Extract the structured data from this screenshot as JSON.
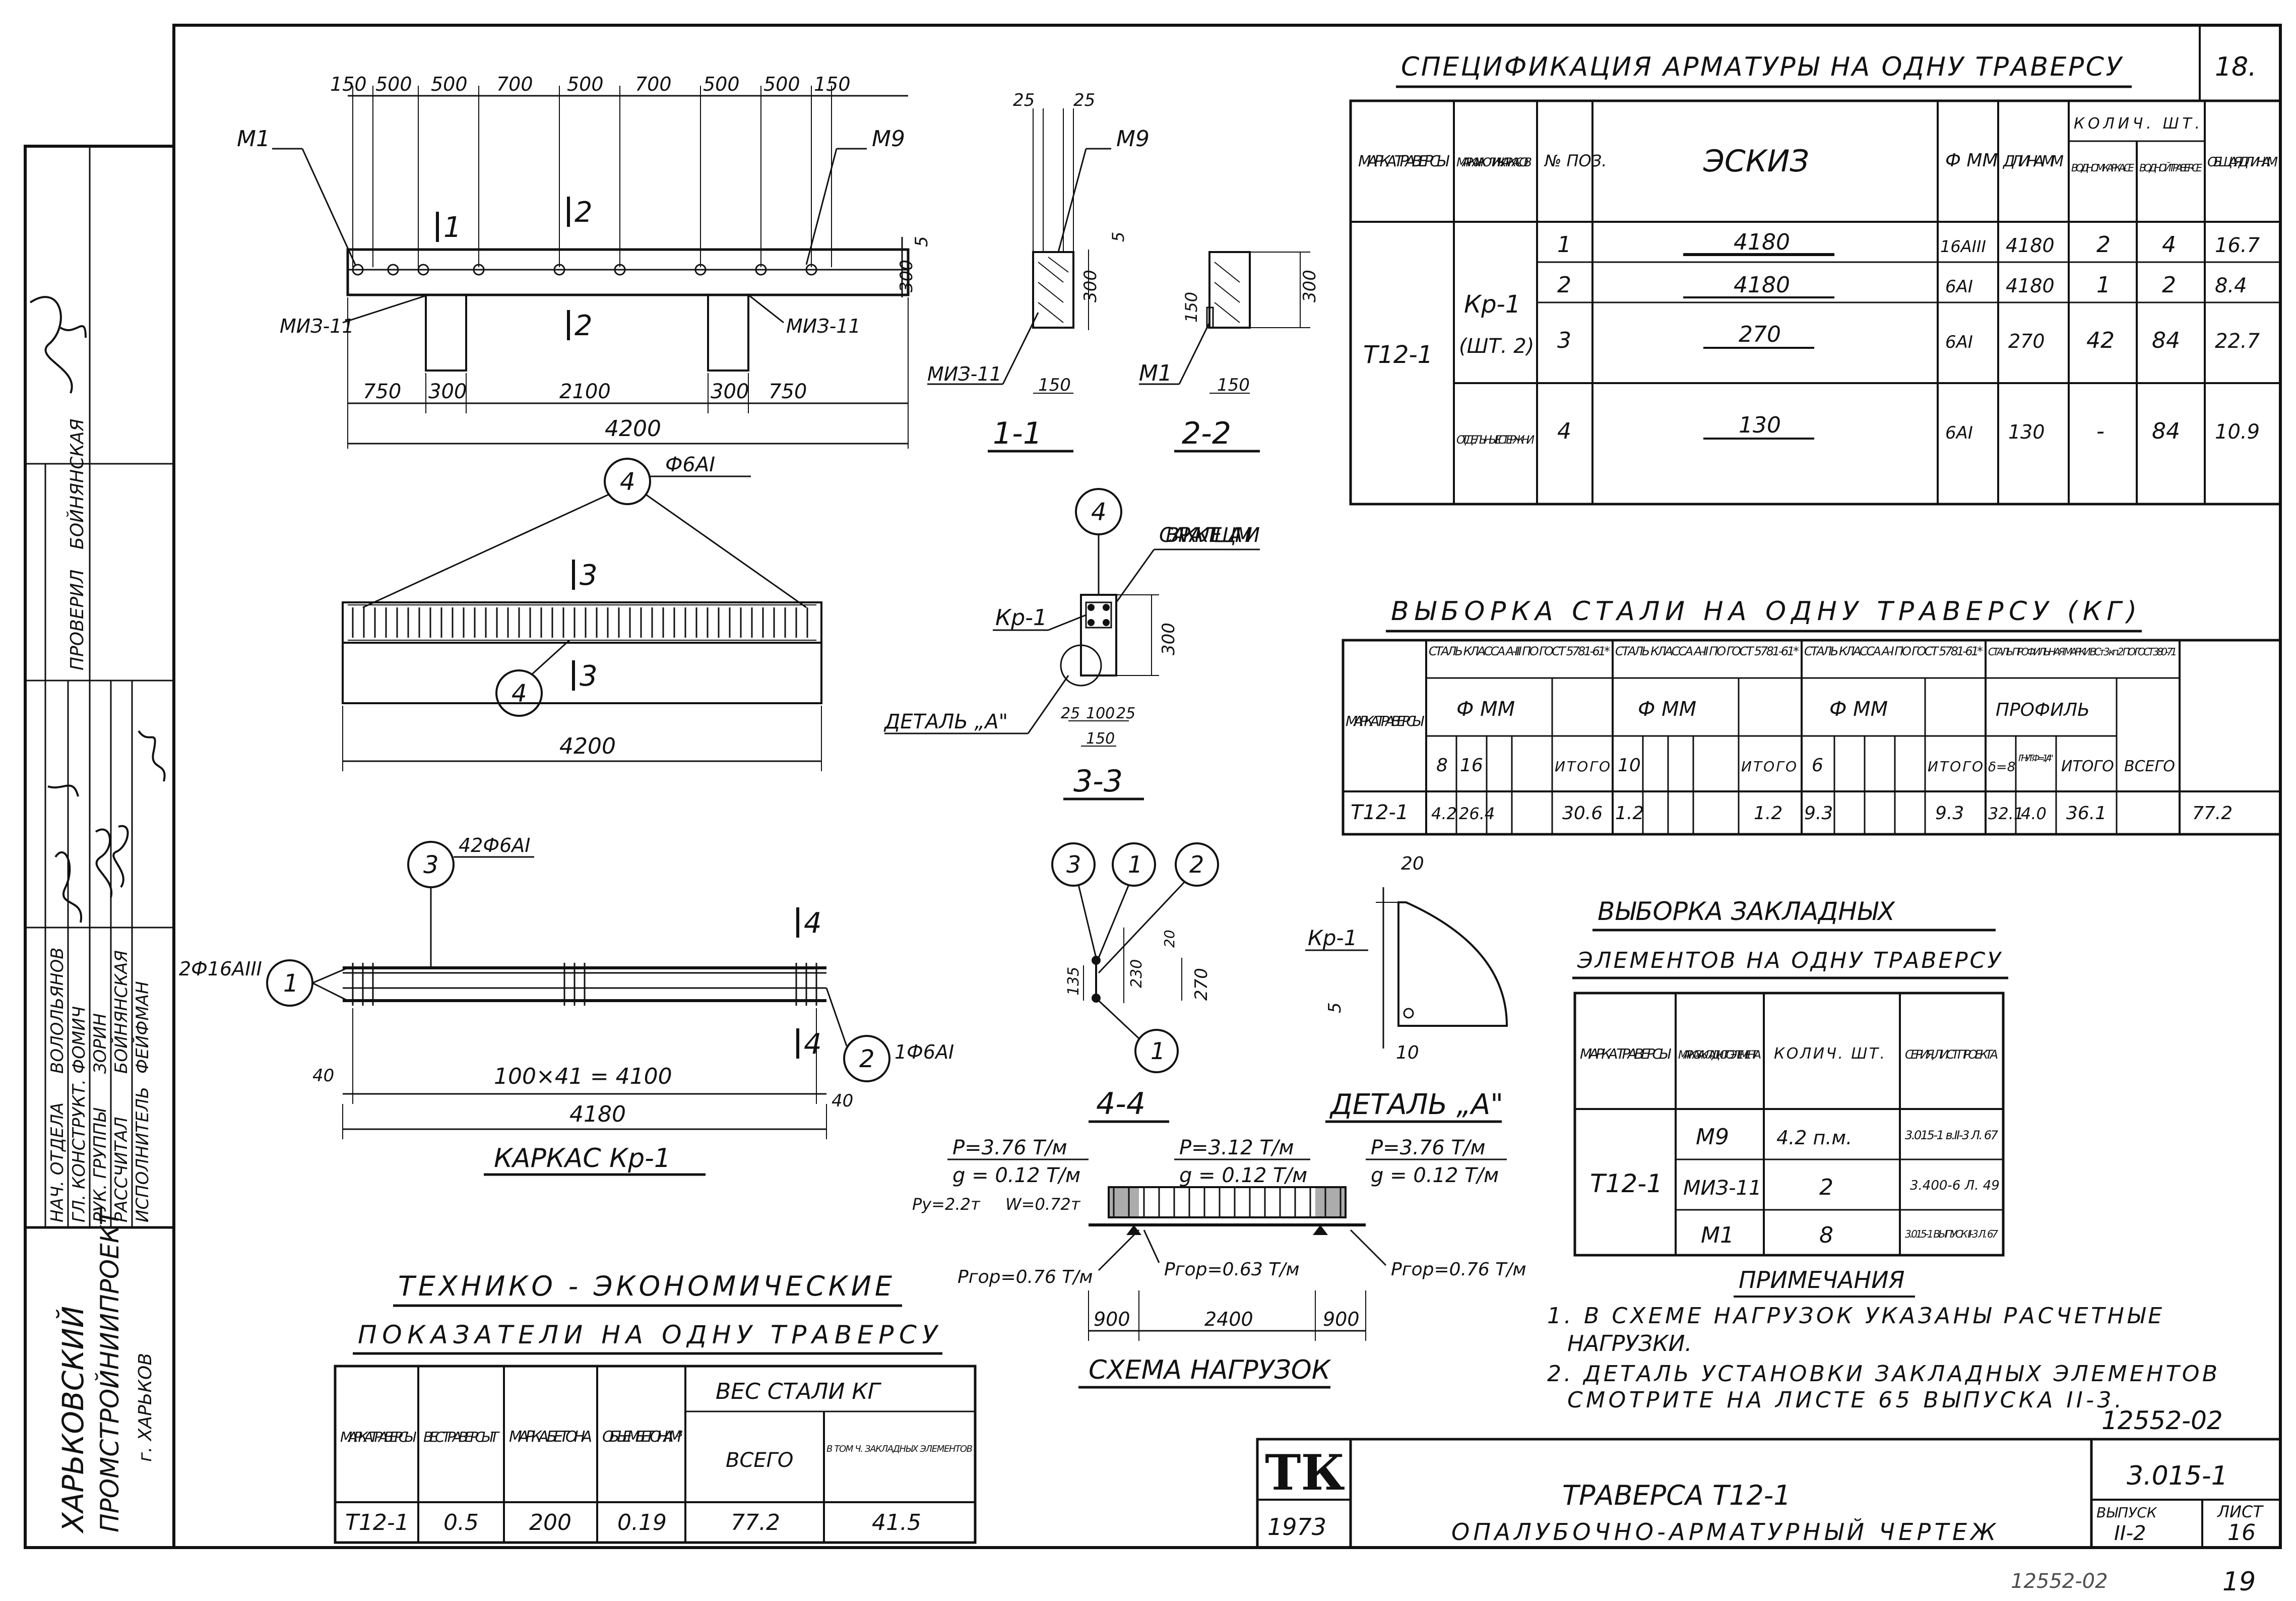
{
  "sheet_number_top": "18.",
  "left_strip": {
    "org_line1": "ХАРЬКОВСКИЙ",
    "org_line2": "ПРОМСТРОЙНИИПРОЕКТ",
    "org_city": "г. ХАРЬКОВ",
    "roles": [
      "НАЧ. ОТДЕЛА",
      "ГЛ. КОНСТРУКТ.",
      "РУК. ГРУППЫ",
      "РАССЧИТАЛ",
      "ИСПОЛНИТЕЛЬ"
    ],
    "names": [
      "ВОЛОЛЬЯНОВ",
      "ФОМИЧ",
      "ЗОРИН",
      "БОЙНЯНСКАЯ",
      "ФЕЙФМАН"
    ],
    "check_label": "ПРОВЕРИЛ",
    "check_name": "БОЙНЯНСКАЯ"
  },
  "spec_table": {
    "title": "СПЕЦИФИКАЦИЯ АРМАТУРЫ НА ОДНУ ТРАВЕРСУ",
    "headers": [
      "МАРКА ТРАВЕРСЫ",
      "МАРКА И КОЛИЧ. КАРКА-СОВ",
      "№ ПОЗ.",
      "ЭСКИЗ",
      "Ф ММ",
      "ДЛИНА ММ",
      "КОЛИЧ. ШТ.",
      "В ОДНОМ КАРКА-СЕ",
      "В ОДНОЙ ТРАВЕР-СЕ",
      "ОБЩАЯ ДЛИНА М"
    ],
    "traverse": "Т12-1",
    "frame": "Кр-1",
    "frame_qty": "(ШТ. 2)",
    "separate": "ОТДЕЛЬ-НЫЕ СТЕРЖНИ",
    "rows": [
      {
        "pos": "1",
        "sketch": "4180",
        "dia": "16АIII",
        "len": "4180",
        "in_frame": "2",
        "in_trav": "4",
        "total": "16.7"
      },
      {
        "pos": "2",
        "sketch": "4180",
        "dia": "6АI",
        "len": "4180",
        "in_frame": "1",
        "in_trav": "2",
        "total": "8.4"
      },
      {
        "pos": "3",
        "sketch": "270",
        "dia": "6АI",
        "len": "270",
        "in_frame": "42",
        "in_trav": "84",
        "total": "22.7"
      },
      {
        "pos": "4",
        "sketch": "130",
        "dia": "6АI",
        "len": "130",
        "in_frame": "-",
        "in_trav": "84",
        "total": "10.9"
      }
    ]
  },
  "steel_table": {
    "title": "ВЫБОРКА СТАЛИ НА ОДНУ ТРАВЕРСУ (КГ)",
    "row_head": "МАРКА ТРАВЕРСЫ",
    "g1": "СТАЛЬ КЛАССА А-III ПО ГОСТ 5781-61*",
    "g2": "СТАЛЬ КЛАССА А-II ПО ГОСТ 5781-61*",
    "g3": "СТАЛЬ КЛАССА А-I ПО ГОСТ 5781-61*",
    "g4": "СТАЛЬ ПРОФИЛЬНАЯ МАРКИ ВСт 3 кп 2 ПО ГОСТ 380-71",
    "phi": "Ф ММ",
    "profile": "ПРОФИЛЬ",
    "c8": "8",
    "c16": "16",
    "c10": "10",
    "c6": "6",
    "cs8": "δ=8",
    "cang": "ГНУТ. Ф=1/4\"",
    "itogo": "ИТОГО",
    "vsego": "ВСЕГО",
    "values": [
      "Т12-1",
      "4.2",
      "26.4",
      "30.6",
      "1.2",
      "1.2",
      "9.3",
      "9.3",
      "32.1",
      "4.0",
      "36.1",
      "77.2"
    ]
  },
  "emb_table": {
    "title1": "ВЫБОРКА ЗАКЛАДНЫХ",
    "title2": "ЭЛЕМЕНТОВ НА ОДНУ ТРАВЕРСУ",
    "headers": [
      "МАРКА ТРАВЕРСЫ",
      "МАРКА ЗАКЛАД-НОГО ЭЛЕМЕНТА",
      "КОЛИЧ. ШТ.",
      "СЕРИЯ, ЛИСТ ПРОЕКТА"
    ],
    "traverse": "Т12-1",
    "rows": [
      {
        "mark": "М9",
        "qty": "4.2 п.м.",
        "series": "3.015-1 в.II-3 Л. 67"
      },
      {
        "mark": "МИЗ-11",
        "qty": "2",
        "series": "3.400-6 Л. 49"
      },
      {
        "mark": "М1",
        "qty": "8",
        "series": "3.015-1 ВЫПУСК II-3 Л. 67"
      }
    ]
  },
  "notes": {
    "title": "ПРИМЕЧАНИЯ",
    "n1a": "1. В СХЕМЕ НАГРУЗОК УКАЗАНЫ РАСЧЕТНЫЕ",
    "n1b": "НАГРУЗКИ.",
    "n2a": "2. ДЕТАЛЬ УСТАНОВКИ ЗАКЛАДНЫХ ЭЛЕМЕНТОВ",
    "n2b": "СМОТРИТЕ НА ЛИСТЕ 65 ВЫПУСКА II-3."
  },
  "tech_table": {
    "title1": "ТЕХНИКО - ЭКОНОМИЧЕСКИЕ",
    "title2": "ПОКАЗАТЕЛИ НА ОДНУ ТРАВЕРСУ",
    "h_mark": "МАРКА ТРАВЕРСЫ",
    "h_weight": "ВЕС ТРАВЕРСЫ Т",
    "h_concrete": "МАРКА БЕТОНА",
    "h_volume": "ОБЪЕМ БЕТОНА М³",
    "h_steel": "ВЕС СТАЛИ КГ",
    "h_total": "ВСЕГО",
    "h_emb": "В ТОМ Ч. ЗАКЛАДНЫХ ЭЛЕМЕНТОВ",
    "values": [
      "Т12-1",
      "0.5",
      "200",
      "0.19",
      "77.2",
      "41.5"
    ]
  },
  "title_block": {
    "code": "12552-02",
    "tk": "ТК",
    "year": "1973",
    "name1": "ТРАВЕРСА Т12-1",
    "name2": "ОПАЛУБОЧНО-АРМАТУРНЫЙ ЧЕРТЕЖ",
    "series": "3.015-1",
    "issue_label": "ВЫПУСК",
    "issue": "II-2",
    "sheet_label": "ЛИСТ",
    "sheet": "16",
    "bottom_code": "12552-02",
    "bottom_page": "19"
  },
  "elevation": {
    "dims_top": [
      "150",
      "500",
      "500",
      "700",
      "500",
      "700",
      "500",
      "500",
      "150"
    ],
    "m1": "М1",
    "m9": "М9",
    "miz": "МИЗ-11",
    "dims_bottom": [
      "750",
      "300",
      "2100",
      "300",
      "750"
    ],
    "total": "4200",
    "d300": "300",
    "d5": "5",
    "s1": "1",
    "s2": "2"
  },
  "section11": {
    "title": "1-1",
    "d25a": "25",
    "d25b": "25",
    "d150": "150",
    "d300": "300",
    "d5": "5",
    "m9": "М9",
    "miz": "МИЗ-11"
  },
  "section22": {
    "title": "2-2",
    "d150a": "150",
    "d150b": "150",
    "d300": "300",
    "m1": "М1"
  },
  "plan": {
    "bubble": "4",
    "rebar": "Ф6АI",
    "total": "4200",
    "s3": "3"
  },
  "section33": {
    "title": "3-3",
    "bubble": "4",
    "weld": "СВАРКА КЛЕЩАМИ",
    "frame": "Кр-1",
    "d300": "300",
    "detail": "ДЕТАЛЬ „А\"",
    "d25a": "25",
    "d100": "100",
    "d25b": "25",
    "d150": "150"
  },
  "cage": {
    "title": "КАРКАС Кр-1",
    "b3": "3",
    "b1": "1",
    "b2": "2",
    "rebar3": "42Ф6АI",
    "rebar1": "2Ф16АIII",
    "rebar2": "1Ф6АI",
    "spacing": "100×41 = 4100",
    "total": "4180",
    "d40a": "40",
    "d40b": "40",
    "s4": "4"
  },
  "section44": {
    "title": "4-4",
    "b3": "3",
    "b1": "1",
    "b2": "2",
    "d135": "135",
    "d230": "230",
    "d270": "270",
    "d20": "20"
  },
  "detailA": {
    "title": "ДЕТАЛЬ „А\"",
    "frame": "Кр-1",
    "d20": "20",
    "d10": "10",
    "d5": "5"
  },
  "loads": {
    "title": "СХЕМА НАГРУЗОК",
    "pl": "P=3.76 Т/м",
    "gl": "g = 0.12 Т/м",
    "pm": "P=3.12 Т/м",
    "gm": "g = 0.12 Т/м",
    "pr": "P=3.76 Т/м",
    "gr": "g = 0.12 Т/м",
    "py": "Py=2.2т",
    "w": "W=0.72т",
    "rl": "Pгор=0.76 Т/м",
    "rm": "Pгор=0.63 Т/м",
    "rr": "Pгор=0.76 Т/м",
    "d900a": "900",
    "d2400": "2400",
    "d900b": "900"
  }
}
